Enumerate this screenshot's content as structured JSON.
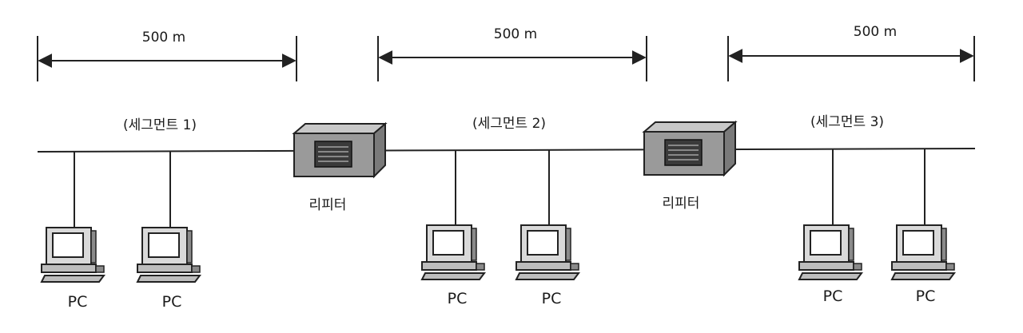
{
  "distances": [
    "500 m",
    "500 m",
    "500 m"
  ],
  "segments": [
    "(세그먼트 1)",
    "(세그먼트 2)",
    "(세그먼트 3)"
  ],
  "repeaters": [
    "리피터",
    "리피터"
  ],
  "pcs": [
    "PC",
    "PC",
    "PC",
    "PC",
    "PC",
    "PC"
  ],
  "colors": {
    "line": "#222222",
    "repeater_front": "#9a9a9a",
    "repeater_top": "#c8c8c8",
    "repeater_side": "#7a7a7a",
    "pc_body": "#d9d9d9"
  }
}
